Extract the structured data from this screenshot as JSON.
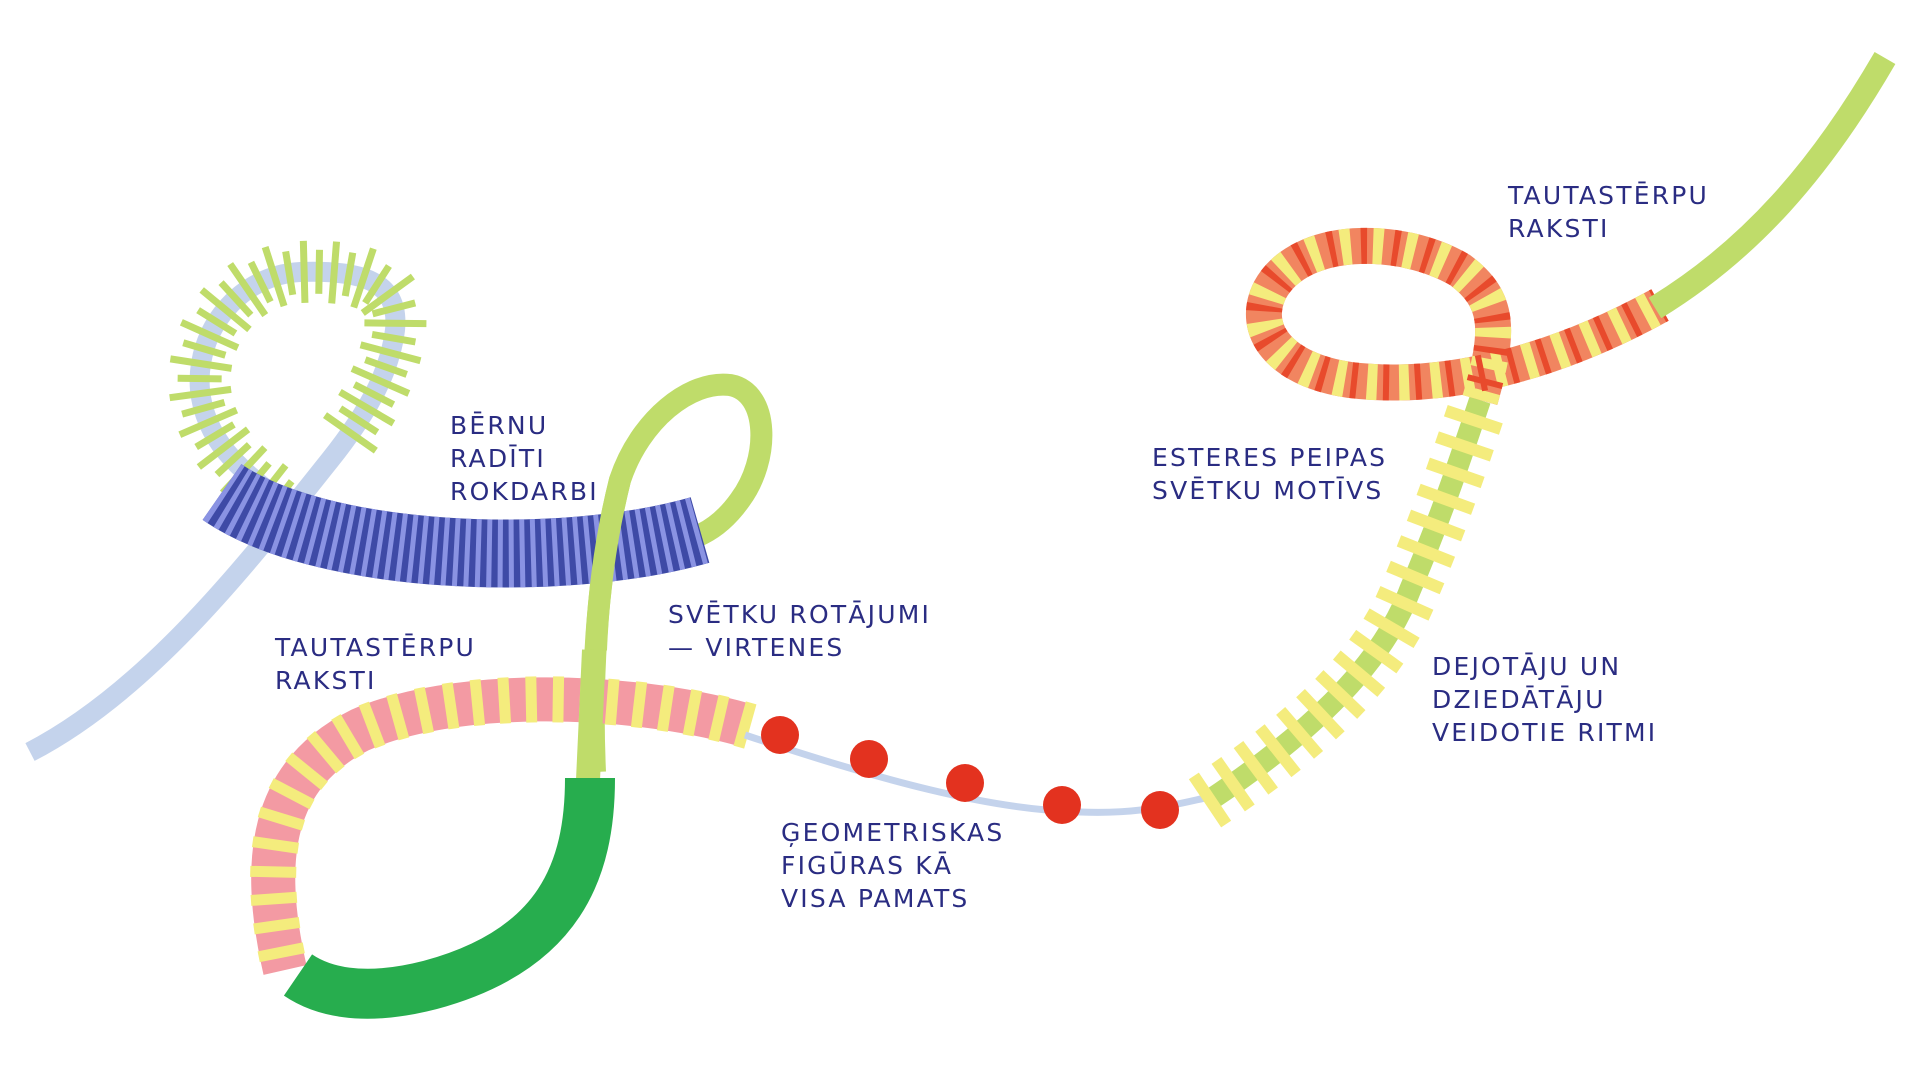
{
  "colors": {
    "background": "#ffffff",
    "text": "#2a2c82",
    "pale_blue": "#c4d3ec",
    "lime": "#bfdc6a",
    "indigo_dark": "#3e4aa6",
    "indigo_light": "#8a93e3",
    "pink": "#f39aa3",
    "yellow": "#f4ec7d",
    "green": "#27ad4e",
    "red_dot": "#e3321f",
    "orange": "#f18560",
    "red": "#e84a2c"
  },
  "labels": [
    {
      "lines": [
        "BĒRNU",
        "RADĪTI",
        "ROKDARBI"
      ]
    },
    {
      "lines": [
        "TAUTASTĒRPU",
        "RAKSTI"
      ]
    },
    {
      "lines": [
        "SVĒTKU ROTĀJUMI",
        "— VIRTENES"
      ]
    },
    {
      "lines": [
        "ĢEOMETRISKAS",
        "FIGŪRAS KĀ",
        "VISA PAMATS"
      ]
    },
    {
      "lines": [
        "ESTERES PEIPAS",
        "SVĒTKU MOTĪVS"
      ]
    },
    {
      "lines": [
        "DEJOTĀJU UN",
        "DZIEDĀTĀJU",
        "VEIDOTIE RITMI"
      ]
    },
    {
      "lines": [
        "TAUTASTĒRPU",
        "RAKSTI"
      ]
    }
  ]
}
